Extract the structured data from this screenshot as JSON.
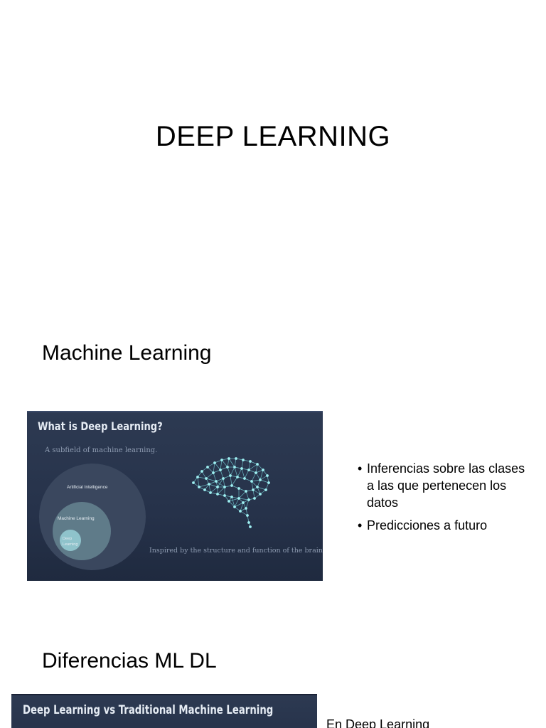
{
  "document": {
    "title": "DEEP LEARNING",
    "section1": {
      "heading": "Machine Learning",
      "slide": {
        "title": "What is Deep Learning?",
        "subtitle": "A subfield of machine learning.",
        "circles": {
          "outer": "Artificial Intelligence",
          "middle": "Machine Learning",
          "inner": "Deep Learning"
        },
        "caption": "Inspired by the structure and function of the brain.",
        "accent_color": "#7fe0e6",
        "background_color": "#2a364d"
      },
      "bullets": [
        "Inferencias sobre las clases a las que pertenecen los datos",
        "Predicciones a futuro"
      ]
    },
    "section2": {
      "heading": "Diferencias ML DL",
      "slide": {
        "title": "Deep Learning vs Traditional Machine Learning"
      },
      "side_text": "En Deep Learning"
    }
  }
}
